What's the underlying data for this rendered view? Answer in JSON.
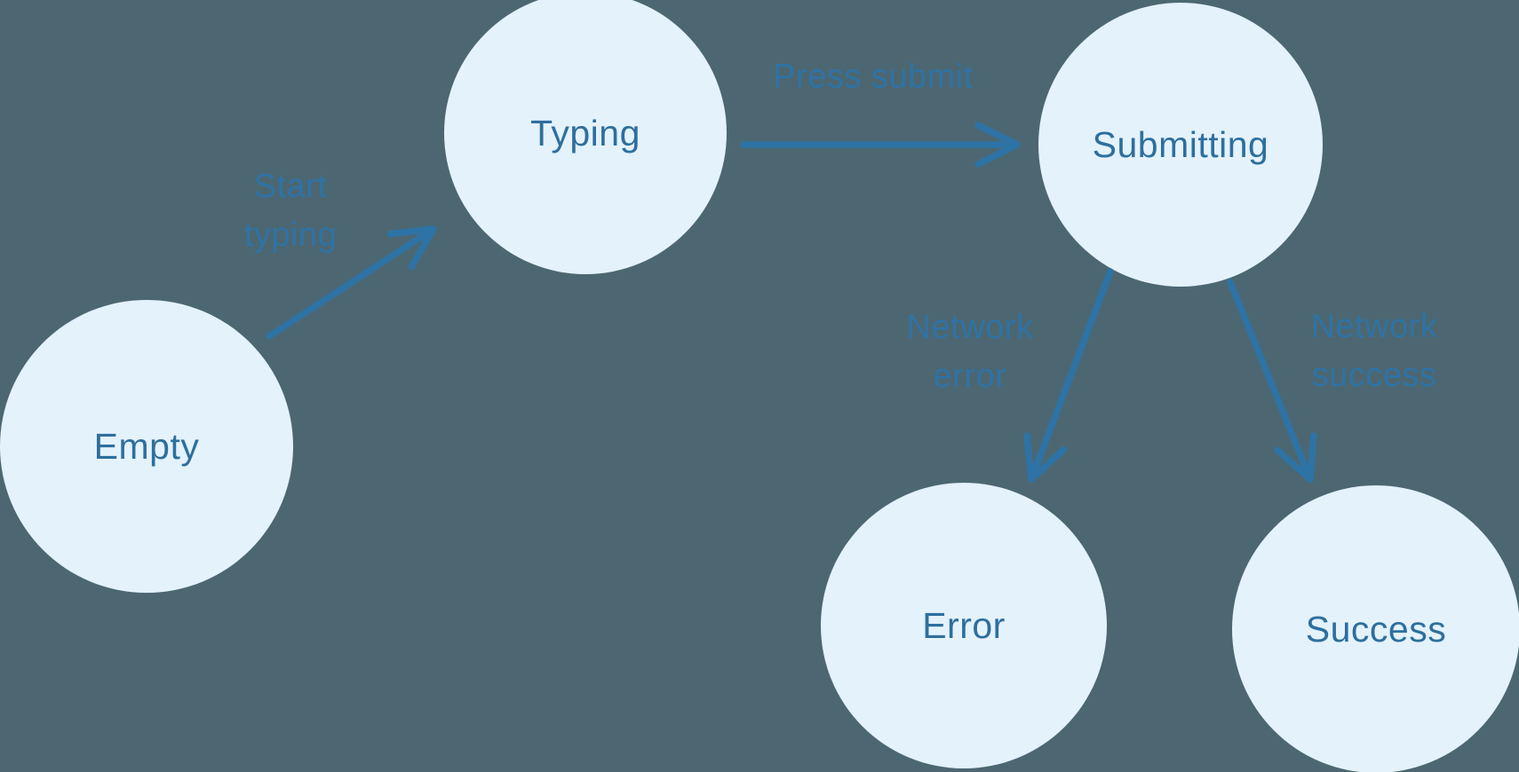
{
  "diagram": {
    "type": "state-machine",
    "description": "Form submission state machine with five states and four transitions",
    "colors": {
      "background": "#4C6771",
      "node_fill": "#E4F2FC",
      "node_text": "#2D6F9E",
      "arrow": "#2E73A5",
      "edge_label_text": "#2F73A6"
    },
    "nodes": [
      {
        "id": "empty",
        "label": "Empty"
      },
      {
        "id": "typing",
        "label": "Typing"
      },
      {
        "id": "submitting",
        "label": "Submitting"
      },
      {
        "id": "error",
        "label": "Error"
      },
      {
        "id": "success",
        "label": "Success"
      }
    ],
    "edges": [
      {
        "from": "empty",
        "to": "typing",
        "label": "Start typing",
        "lines": [
          "Start",
          "typing"
        ]
      },
      {
        "from": "typing",
        "to": "submitting",
        "label": "Press submit",
        "lines": [
          "Press submit"
        ]
      },
      {
        "from": "submitting",
        "to": "error",
        "label": "Network error",
        "lines": [
          "Network",
          "error"
        ]
      },
      {
        "from": "submitting",
        "to": "success",
        "label": "Network success",
        "lines": [
          "Network",
          "success"
        ]
      }
    ]
  }
}
